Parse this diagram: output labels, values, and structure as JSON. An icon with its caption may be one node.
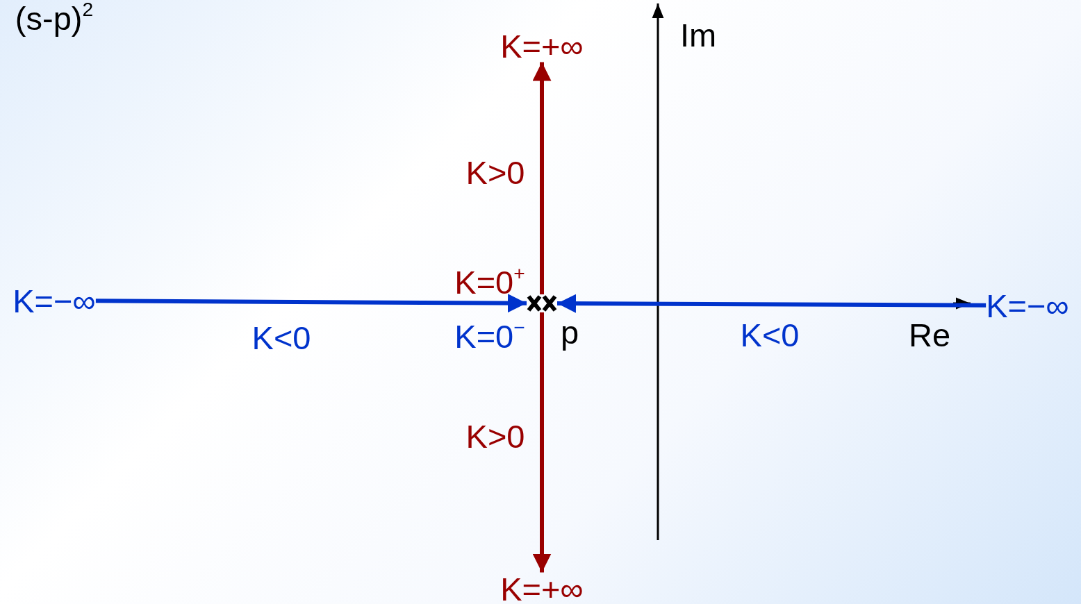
{
  "diagram": {
    "nodes": [
      {
        "text": [
          "K=+∞"
        ]
      },
      {
        "text": [
          "K=+∞"
        ]
      },
      {
        "text": [
          "K=−∞"
        ]
      },
      {
        "text": [
          "K=−∞"
        ]
      },
      {
        "text": [],
        "shape": "cross",
        "beside": [
          "p"
        ]
      }
    ],
    "edges": [
      {
        "from": 4,
        "to": 0,
        "arrow": "to",
        "label": "K>0",
        "color": "#990000"
      },
      {
        "from": 4,
        "to": 1,
        "arrow": "to",
        "label": "K>0",
        "color": "#990000"
      },
      {
        "from": 2,
        "to": 4,
        "arrow": "to",
        "label": "K<0",
        "color": "#0033cc"
      },
      {
        "from": 3,
        "to": 4,
        "arrow": "to",
        "label": "K<0",
        "color": "#0033cc"
      }
    ],
    "labels": [
      "(s-p)$^{2}$",
      "Im",
      "K=0$^{+}$",
      "K=0$^{−}$",
      "Re"
    ]
  }
}
